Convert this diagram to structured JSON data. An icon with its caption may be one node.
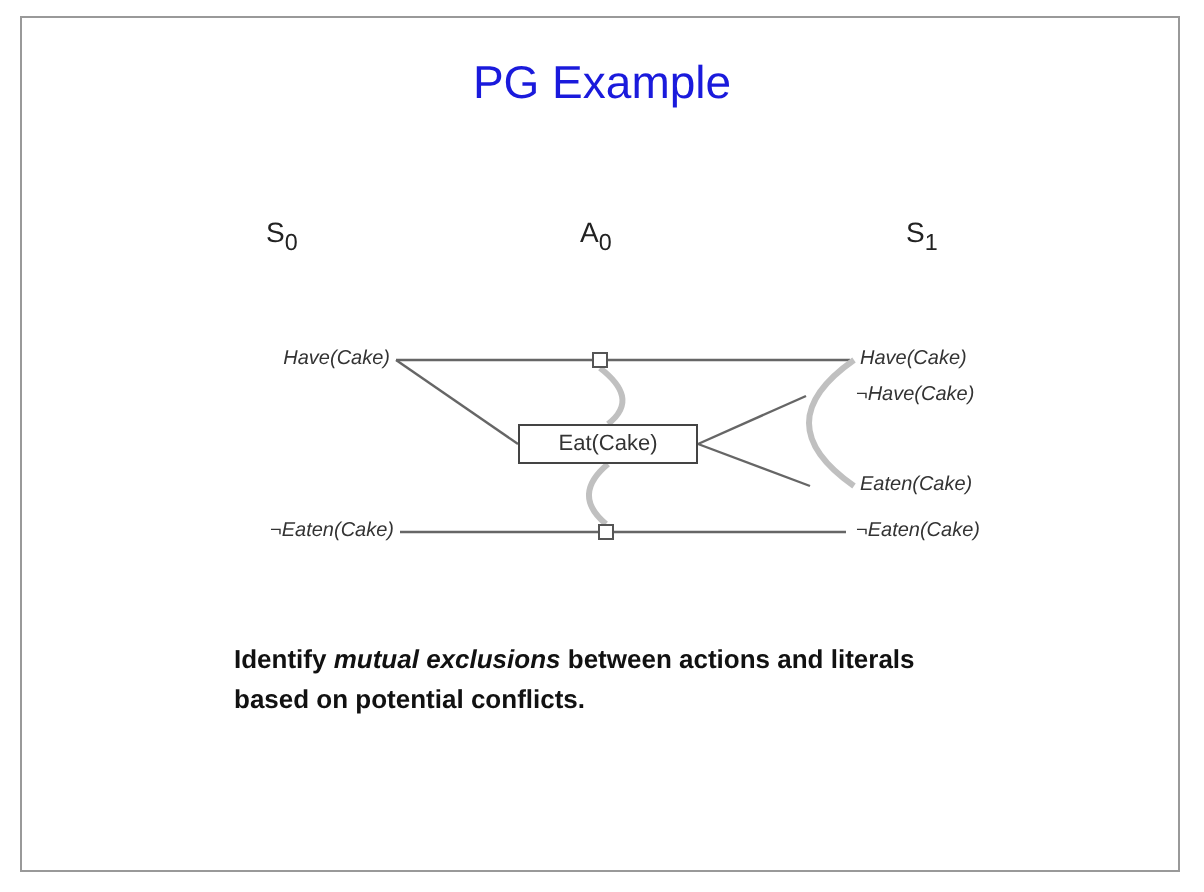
{
  "diagram": {
    "title": "PG Example",
    "nodes": [
      {
        "text": [
          "Have(Cake)"
        ]
      },
      {
        "text": [
          "¬Eaten(Cake)"
        ]
      },
      {
        "text": [],
        "shape": "box"
      },
      {
        "text": [
          "Eat(Cake)"
        ]
      },
      {
        "text": [],
        "shape": "box"
      },
      {
        "text": [
          "Have(Cake)"
        ]
      },
      {
        "text": [
          "¬Have(Cake)"
        ]
      },
      {
        "text": [
          "Eaten(Cake)"
        ]
      },
      {
        "text": [
          "¬Eaten(Cake)"
        ]
      }
    ],
    "edges": [
      {
        "from": 0,
        "to": 2,
        "arrow": "none"
      },
      {
        "from": 2,
        "to": 5,
        "arrow": "none"
      },
      {
        "from": 0,
        "to": 3,
        "arrow": "none"
      },
      {
        "from": 3,
        "to": 6,
        "arrow": "none"
      },
      {
        "from": 3,
        "to": 7,
        "arrow": "none"
      },
      {
        "from": 1,
        "to": 4,
        "arrow": "none"
      },
      {
        "from": 4,
        "to": 8,
        "arrow": "none"
      },
      {
        "from": 2,
        "to": 3,
        "arrow": "none",
        "style": "thick",
        "color": "#c0c0c0"
      },
      {
        "from": 3,
        "to": 4,
        "arrow": "none",
        "style": "thick",
        "color": "#c0c0c0"
      },
      {
        "from": 5,
        "to": 7,
        "arrow": "none",
        "style": "thick",
        "color": "#c0c0c0"
      }
    ],
    "labels": [
      "S$_{0}$",
      "A$_{0}$",
      "S$_{1}$",
      "Identify *mutual exclusions* between actions and literals based on potential conflicts."
    ]
  }
}
